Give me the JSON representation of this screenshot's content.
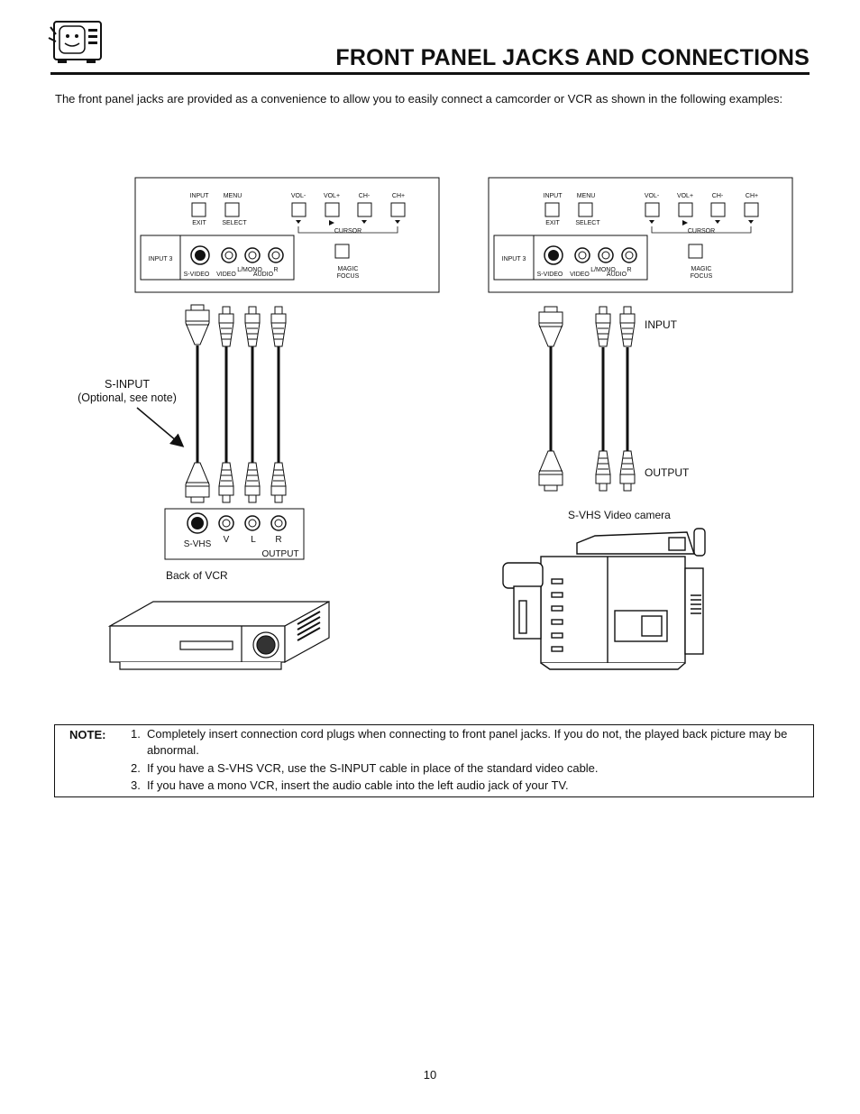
{
  "page": {
    "title": "FRONT PANEL JACKS AND CONNECTIONS",
    "intro": "The front panel jacks are provided as a convenience to allow you to easily connect a camcorder or VCR as shown in the following examples:",
    "page_number": "10"
  },
  "panel": {
    "input_label": "INPUT",
    "exit_label": "EXIT",
    "menu_label": "MENU",
    "select_label": "SELECT",
    "vol_minus": "VOL-",
    "vol_plus": "VOL+",
    "ch_minus": "CH-",
    "ch_plus": "CH+",
    "cursor": "CURSOR",
    "input3": "INPUT 3",
    "svideo": "S-VIDEO",
    "video": "VIDEO",
    "lmono": "L/MONO",
    "r": "R",
    "audio": "AUDIO",
    "magic": "MAGIC",
    "focus": "FOCUS"
  },
  "left_diagram": {
    "s_input": "S-INPUT",
    "s_input_note": "(Optional, see note)",
    "svhs": "S-VHS",
    "v": "V",
    "l": "L",
    "r": "R",
    "output": "OUTPUT",
    "back_of_vcr": "Back of VCR"
  },
  "right_diagram": {
    "input": "INPUT",
    "output": "OUTPUT",
    "camera": "S-VHS Video camera"
  },
  "note": {
    "label": "NOTE:",
    "items": [
      {
        "num": "1.",
        "text": "Completely insert connection cord plugs when connecting to front panel jacks.  If you do not, the played back picture may be abnormal."
      },
      {
        "num": "2.",
        "text": "If you have a S-VHS VCR, use the S-INPUT cable in place of the standard video cable."
      },
      {
        "num": "3.",
        "text": "If you have a mono VCR, insert the audio cable into the left audio jack of your TV."
      }
    ]
  }
}
